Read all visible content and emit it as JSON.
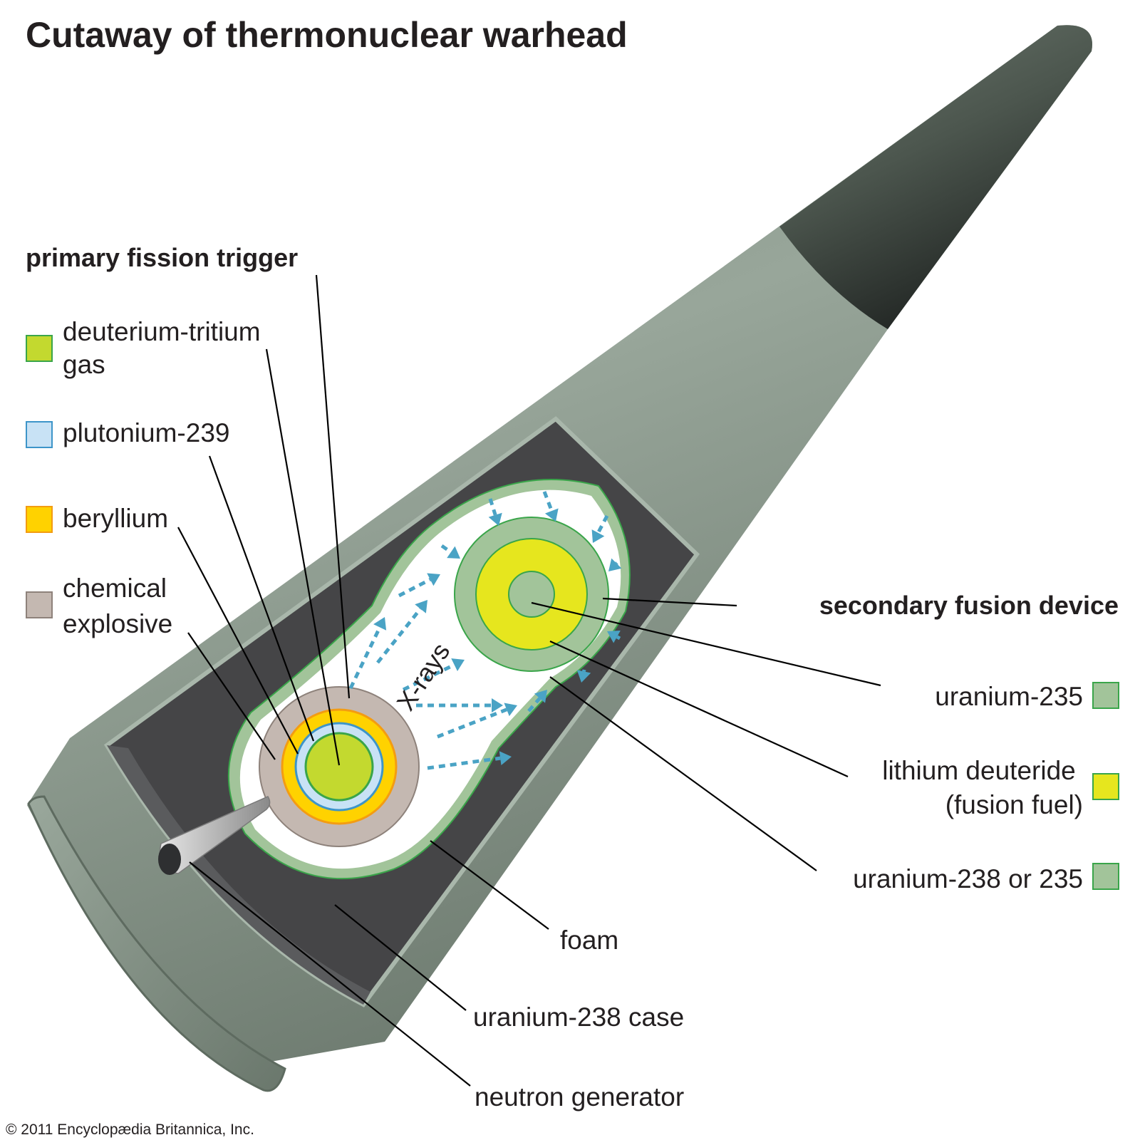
{
  "title": "Cutaway of thermonuclear warhead",
  "primary": {
    "heading": "primary fission trigger",
    "legend": [
      {
        "lines": [
          "deuterium-tritium",
          "gas"
        ],
        "color": "#c3d92f"
      },
      {
        "lines": [
          "plutonium-239"
        ],
        "color": "#c8e2f5"
      },
      {
        "lines": [
          "beryllium"
        ],
        "color": "#ffd200"
      },
      {
        "lines": [
          "chemical",
          "explosive"
        ],
        "color": "#c4b8b1"
      }
    ]
  },
  "secondary": {
    "heading": "secondary fusion device",
    "legend": [
      {
        "lines": [
          "uranium-235"
        ],
        "color": "#a2c49a"
      },
      {
        "lines": [
          "lithium deuteride",
          "(fusion fuel)"
        ],
        "color": "#e6e61e"
      },
      {
        "lines": [
          "uranium-238 or 235"
        ],
        "color": "#a2c49a"
      }
    ]
  },
  "xrays_label": "X-rays",
  "bottom_labels": {
    "foam": "foam",
    "case": "uranium-238 case",
    "neutron": "neutron generator"
  },
  "credit": "© 2011 Encyclopædia Britannica, Inc.",
  "colors": {
    "casing": "#869488",
    "casing_dark": "#3e3f41",
    "nose": "#4a544c",
    "interior": "#454547",
    "legend_border": "#3aa54a"
  }
}
